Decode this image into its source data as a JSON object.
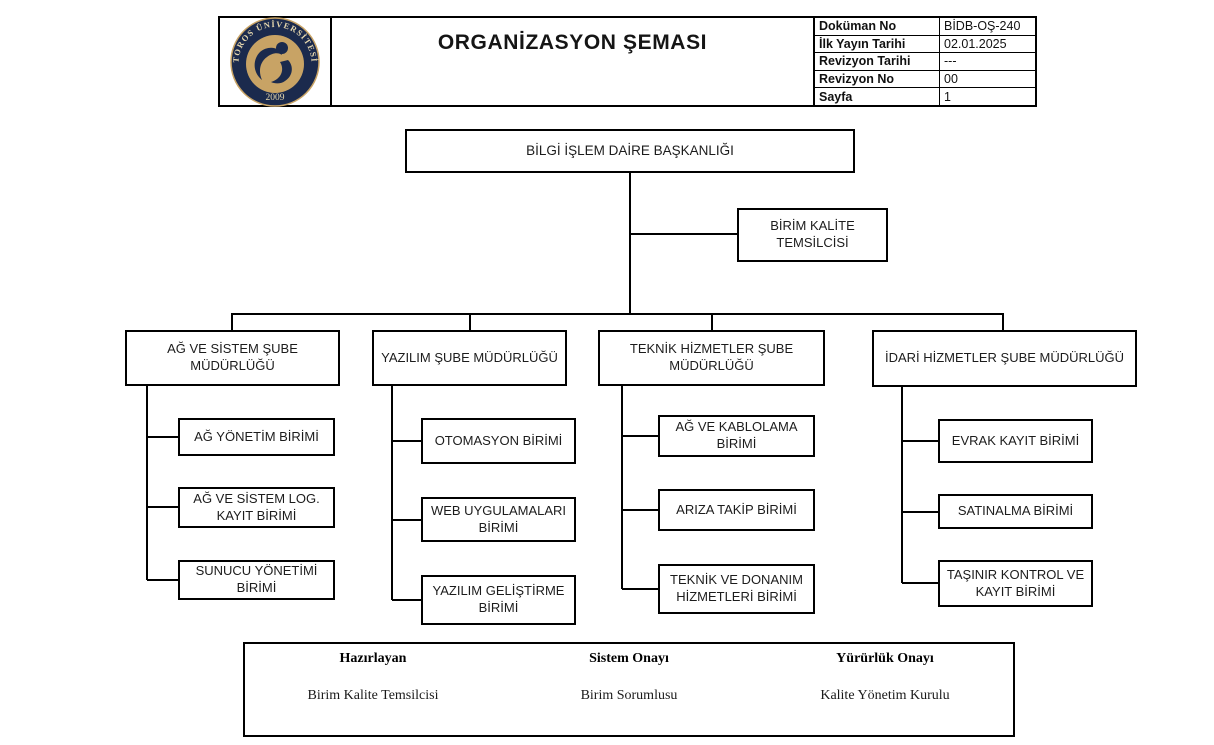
{
  "header": {
    "title": "ORGANİZASYON ŞEMASI",
    "logo": {
      "org": "TOROS ÜNİVERSİTESİ",
      "year": "2009"
    },
    "doc_info": [
      {
        "label": "Doküman  No",
        "value": "BİDB-OŞ-240"
      },
      {
        "label": "İlk Yayın Tarihi",
        "value": "02.01.2025"
      },
      {
        "label": "Revizyon  Tarihi",
        "value": "---"
      },
      {
        "label": "Revizyon  No",
        "value": "00"
      },
      {
        "label": "Sayfa",
        "value": "1"
      }
    ]
  },
  "chart": {
    "root": "BİLGİ İŞLEM DAİRE BAŞKANLIĞI",
    "staff": "BİRİM KALİTE TEMSİLCİSİ",
    "columns": [
      {
        "head": "AĞ VE SİSTEM ŞUBE MÜDÜRLÜĞÜ",
        "children": [
          "AĞ YÖNETİM BİRİMİ",
          "AĞ VE SİSTEM LOG. KAYIT BİRİMİ",
          "SUNUCU YÖNETİMİ BİRİMİ"
        ]
      },
      {
        "head": "YAZILIM ŞUBE MÜDÜRLÜĞÜ",
        "children": [
          "OTOMASYON BİRİMİ",
          "WEB UYGULAMALARI BİRİMİ",
          "YAZILIM GELİŞTİRME BİRİMİ"
        ]
      },
      {
        "head": "TEKNİK HİZMETLER ŞUBE MÜDÜRLÜĞÜ",
        "children": [
          "AĞ VE KABLOLAMA BİRİMİ",
          "ARIZA TAKİP BİRİMİ",
          "TEKNİK VE DONANIM HİZMETLERİ BİRİMİ"
        ]
      },
      {
        "head": "İDARİ HİZMETLER ŞUBE MÜDÜRLÜĞÜ",
        "children": [
          "EVRAK KAYIT BİRİMİ",
          "SATINALMA BİRİMİ",
          "TAŞINIR KONTROL VE KAYIT BİRİMİ"
        ]
      }
    ]
  },
  "footer": {
    "cells": [
      {
        "title": "Hazırlayan",
        "value": "Birim Kalite Temsilcisi"
      },
      {
        "title": "Sistem Onayı",
        "value": "Birim Sorumlusu"
      },
      {
        "title": "Yürürlük Onayı",
        "value": "Kalite Yönetim Kurulu"
      }
    ]
  },
  "colors": {
    "logo_navy": "#1b2a4d",
    "logo_gold": "#c8a365",
    "logo_cream": "#e8d9ae",
    "line": "#000000"
  }
}
